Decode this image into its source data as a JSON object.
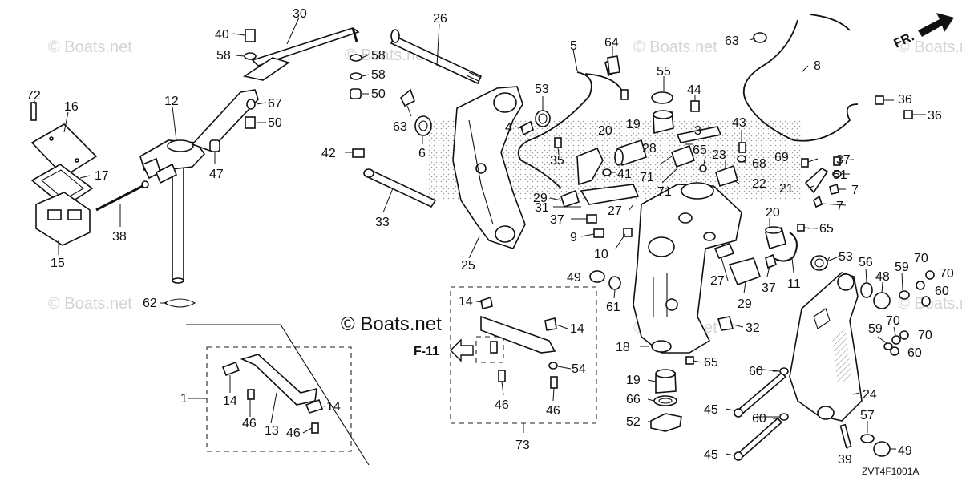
{
  "watermark": "© Boats.net",
  "brand_text": "© Boats.net",
  "diagram_code": "ZVT4F1001A",
  "direction": {
    "label": "FR.",
    "icon": "arrow-front-icon"
  },
  "figure_ref": {
    "label": "F-11",
    "icon": "arrow-left-outline-icon"
  },
  "callouts": {
    "c1": "1",
    "c3": "3",
    "c4": "4",
    "c5": "5",
    "c6": "6",
    "c7a": "7",
    "c7b": "7",
    "c8": "8",
    "c9": "9",
    "c10": "10",
    "c11": "11",
    "c12": "12",
    "c13": "13",
    "c14a": "14",
    "c14b": "14",
    "c14c": "14",
    "c14d": "14",
    "c15": "15",
    "c16": "16",
    "c17": "17",
    "c18": "18",
    "c19a": "19",
    "c19b": "19",
    "c20a": "20",
    "c20b": "20",
    "c21": "21",
    "c22": "22",
    "c23": "23",
    "c24": "24",
    "c25": "25",
    "c26": "26",
    "c27a": "27",
    "c27b": "27",
    "c28": "28",
    "c29a": "29",
    "c29b": "29",
    "c30": "30",
    "c31": "31",
    "c32": "32",
    "c33": "33",
    "c35": "35",
    "c36a": "36",
    "c36b": "36",
    "c37a": "37",
    "c37b": "37",
    "c37c": "37",
    "c38": "38",
    "c39": "39",
    "c40": "40",
    "c41": "41",
    "c42": "42",
    "c43": "43",
    "c44": "44",
    "c45a": "45",
    "c45b": "45",
    "c46a": "46",
    "c46b": "46",
    "c46c": "46",
    "c46d": "46",
    "c47": "47",
    "c48": "48",
    "c49a": "49",
    "c49b": "49",
    "c50a": "50",
    "c50b": "50",
    "c51": "51",
    "c52": "52",
    "c53a": "53",
    "c53b": "53",
    "c54": "54",
    "c55": "55",
    "c56": "56",
    "c57": "57",
    "c58a": "58",
    "c58b": "58",
    "c58c": "58",
    "c59a": "59",
    "c59b": "59",
    "c60a": "60",
    "c60b": "60",
    "c60c": "60",
    "c60d": "60",
    "c61": "61",
    "c62": "62",
    "c63a": "63",
    "c63b": "63",
    "c64": "64",
    "c65a": "65",
    "c65b": "65",
    "c65c": "65",
    "c66": "66",
    "c67": "67",
    "c68": "68",
    "c69": "69",
    "c70a": "70",
    "c70b": "70",
    "c70c": "70",
    "c70d": "70",
    "c71a": "71",
    "c71b": "71",
    "c72": "72",
    "c73": "73"
  }
}
